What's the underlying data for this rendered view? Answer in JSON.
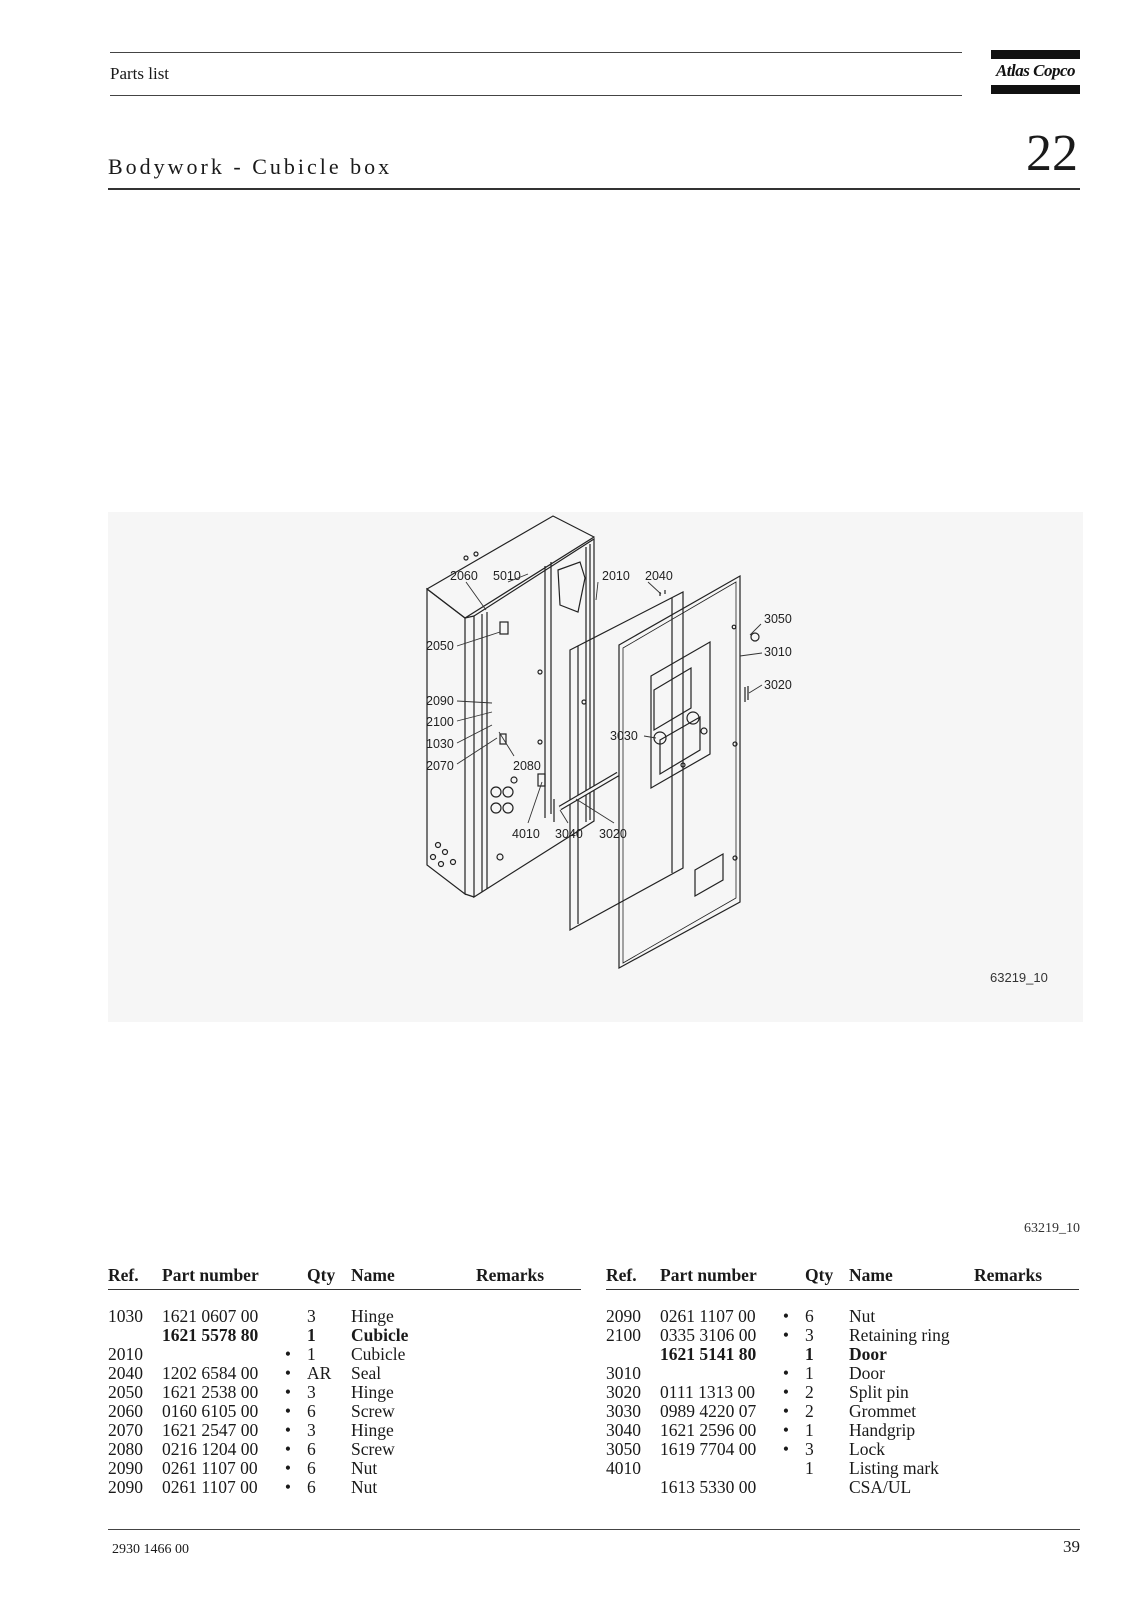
{
  "header": {
    "label": "Parts list",
    "logo_text": "Atlas Copco",
    "section_title": "Bodywork - Cubicle box",
    "section_number": "22"
  },
  "figure": {
    "caption": "63219_10",
    "callouts": {
      "c2060": "2060",
      "c5010": "5010",
      "c2010": "2010",
      "c2040": "2040",
      "c3050": "3050",
      "c3010": "3010",
      "c3020a": "3020",
      "c2050": "2050",
      "c2090": "2090",
      "c2100": "2100",
      "c1030": "1030",
      "c2070": "2070",
      "c2080": "2080",
      "c3030": "3030",
      "c4010": "4010",
      "c3040": "3040",
      "c3020b": "3020"
    }
  },
  "ref_code": "63219_10",
  "table_headers": {
    "ref": "Ref.",
    "part_number": "Part number",
    "qty": "Qty",
    "name": "Name",
    "remarks": "Remarks"
  },
  "table_left": [
    {
      "ref": "1030",
      "pn": "1621 0607 00",
      "dot": "",
      "qty": "3",
      "name": "Hinge",
      "bold": false
    },
    {
      "ref": "",
      "pn": "1621 5578 80",
      "dot": "",
      "qty": "1",
      "name": "Cubicle",
      "bold": true
    },
    {
      "ref": "2010",
      "pn": "",
      "dot": "•",
      "qty": "1",
      "name": "Cubicle",
      "bold": false
    },
    {
      "ref": "2040",
      "pn": "1202 6584 00",
      "dot": "•",
      "qty": "AR",
      "name": "Seal",
      "bold": false
    },
    {
      "ref": "2050",
      "pn": "1621 2538 00",
      "dot": "•",
      "qty": "3",
      "name": "Hinge",
      "bold": false
    },
    {
      "ref": "2060",
      "pn": "0160 6105 00",
      "dot": "•",
      "qty": "6",
      "name": "Screw",
      "bold": false
    },
    {
      "ref": "2070",
      "pn": "1621 2547 00",
      "dot": "•",
      "qty": "3",
      "name": "Hinge",
      "bold": false
    },
    {
      "ref": "2080",
      "pn": "0216 1204 00",
      "dot": "•",
      "qty": "6",
      "name": "Screw",
      "bold": false
    },
    {
      "ref": "2090",
      "pn": "0261 1107 00",
      "dot": "•",
      "qty": "6",
      "name": "Nut",
      "bold": false
    },
    {
      "ref": "2090",
      "pn": "0261 1107 00",
      "dot": "•",
      "qty": "6",
      "name": "Nut",
      "bold": false
    }
  ],
  "table_right": [
    {
      "ref": "2090",
      "pn": "0261 1107 00",
      "dot": "•",
      "qty": "6",
      "name": "Nut",
      "bold": false
    },
    {
      "ref": "2100",
      "pn": "0335 3106 00",
      "dot": "•",
      "qty": "3",
      "name": "Retaining ring",
      "bold": false
    },
    {
      "ref": "",
      "pn": "1621 5141 80",
      "dot": "",
      "qty": "1",
      "name": "Door",
      "bold": true
    },
    {
      "ref": "3010",
      "pn": "",
      "dot": "•",
      "qty": "1",
      "name": "Door",
      "bold": false
    },
    {
      "ref": "3020",
      "pn": "0111 1313 00",
      "dot": "•",
      "qty": "2",
      "name": "Split pin",
      "bold": false
    },
    {
      "ref": "3030",
      "pn": "0989 4220 07",
      "dot": "•",
      "qty": "2",
      "name": "Grommet",
      "bold": false
    },
    {
      "ref": "3040",
      "pn": "1621 2596 00",
      "dot": "•",
      "qty": "1",
      "name": "Handgrip",
      "bold": false
    },
    {
      "ref": "3050",
      "pn": "1619 7704 00",
      "dot": "•",
      "qty": "3",
      "name": "Lock",
      "bold": false
    },
    {
      "ref": "4010",
      "pn": "",
      "dot": "",
      "qty": "1",
      "name": "Listing mark",
      "bold": false
    },
    {
      "ref": "",
      "pn": "1613 5330 00",
      "dot": "",
      "qty": "",
      "name": "CSA/UL",
      "bold": false
    }
  ],
  "footer": {
    "doc_number": "2930 1466 00",
    "page_number": "39"
  }
}
